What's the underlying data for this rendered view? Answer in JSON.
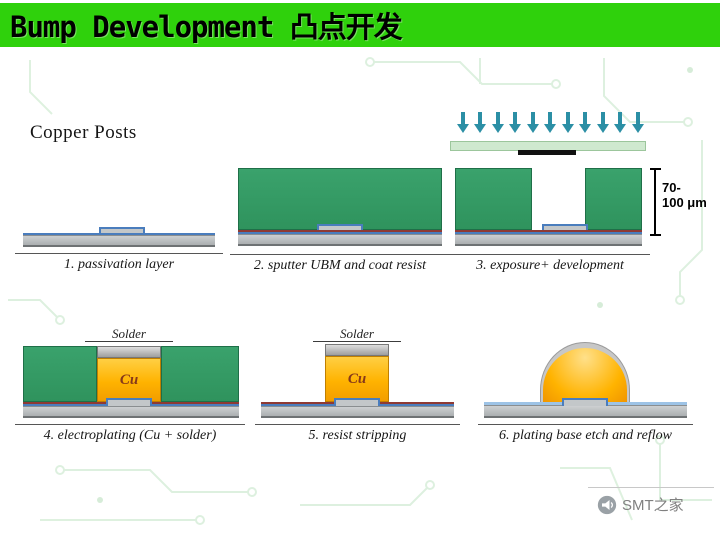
{
  "header": {
    "title": "Bump Development 凸点开发"
  },
  "section": {
    "title": "Copper Posts"
  },
  "steps": [
    {
      "caption": "1. passivation layer"
    },
    {
      "caption": "2. sputter UBM and coat resist"
    },
    {
      "caption": "3. exposure+ development"
    },
    {
      "caption": "4. electroplating (Cu + solder)"
    },
    {
      "caption": "5. resist stripping"
    },
    {
      "caption": "6. plating base etch and reflow"
    }
  ],
  "labels": {
    "solder": "Solder",
    "cu": "Cu",
    "dimension_line1": "70-",
    "dimension_line2": "100 μm"
  },
  "exposure": {
    "arrow_count": 11
  },
  "watermark": {
    "text": "SMT之家"
  },
  "colors": {
    "header_green": "#2fd10c",
    "resist_green": "#2f935d",
    "copper_orange": "#ffb300",
    "solder_gray": "#b9b9b9",
    "arrow_teal": "#2b8fa5",
    "passivation_blue": "#4a7dbd",
    "ubm_red": "#8f3a34",
    "substrate_gray": "#bcc0c2",
    "mask_green": "#cfe9cf"
  }
}
